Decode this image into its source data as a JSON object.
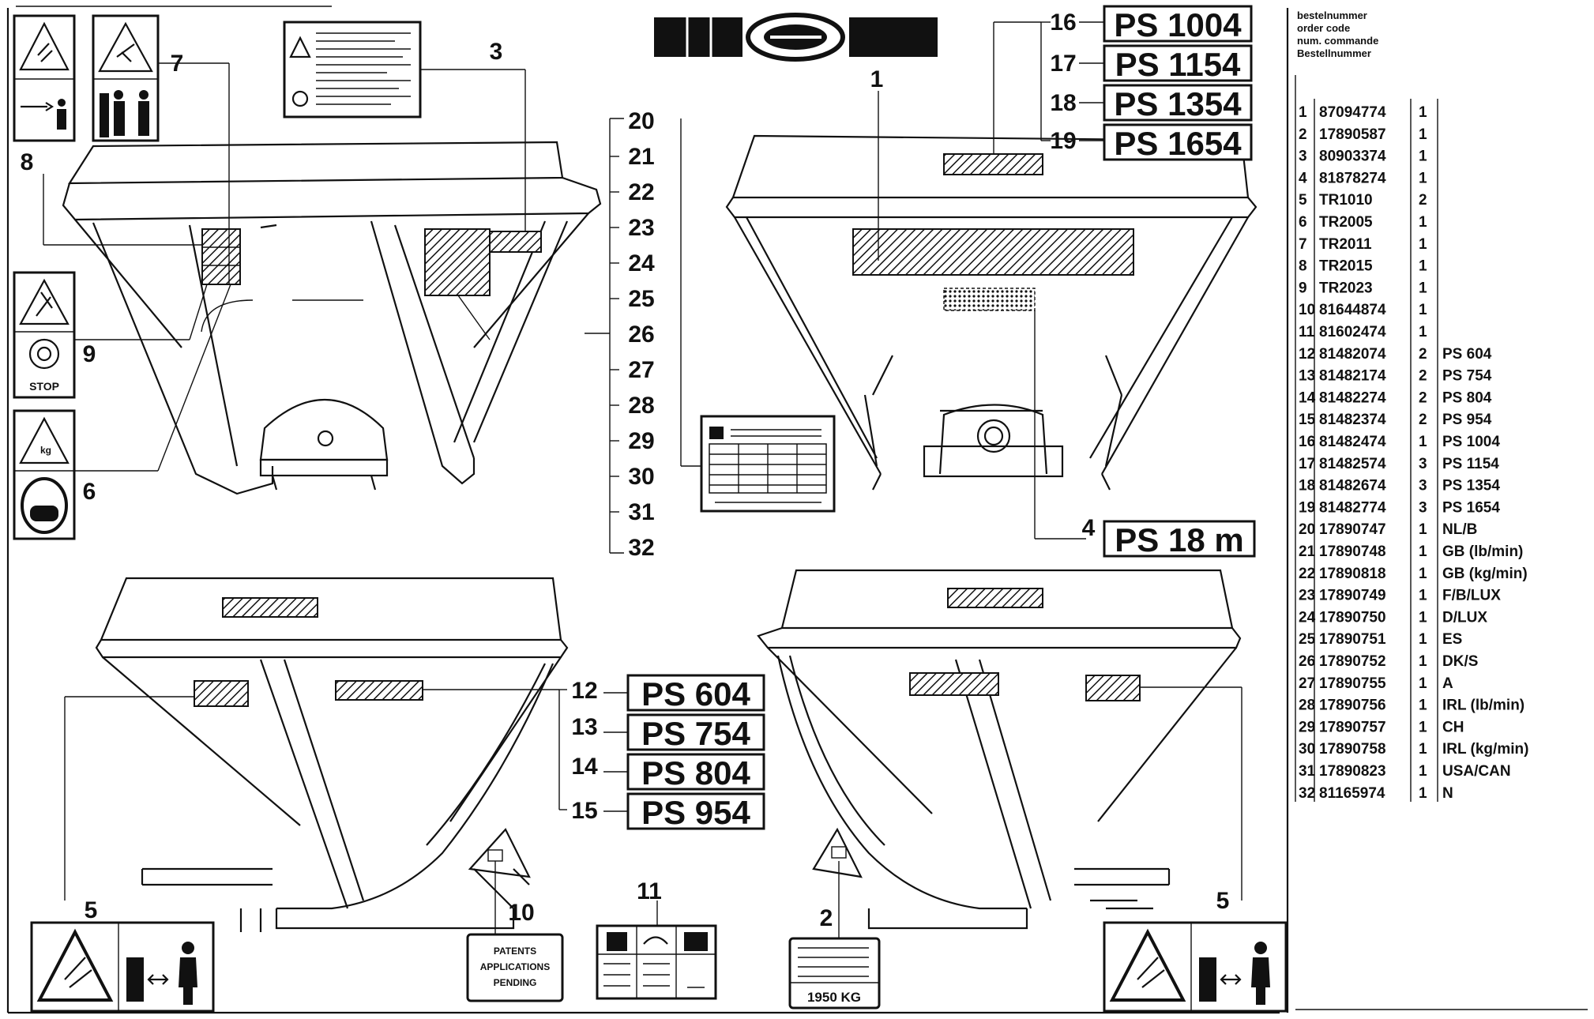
{
  "callouts": {
    "n1": "1",
    "n2": "2",
    "n3": "3",
    "n4": "4",
    "n5a": "5",
    "n5b": "5",
    "n6": "6",
    "n7": "7",
    "n8": "8",
    "n9": "9",
    "n10": "10",
    "n11": "11",
    "n12": "12",
    "n13": "13",
    "n14": "14",
    "n15": "15",
    "n16": "16",
    "n17": "17",
    "n18": "18",
    "n19": "19",
    "n20": "20",
    "n21": "21",
    "n22": "22",
    "n23": "23",
    "n24": "24",
    "n25": "25",
    "n26": "26",
    "n27": "27",
    "n28": "28",
    "n29": "29",
    "n30": "30",
    "n31": "31",
    "n32": "32"
  },
  "model_labels": {
    "ps1004": "PS 1004",
    "ps1154": "PS 1154",
    "ps1354": "PS 1354",
    "ps1654": "PS 1654",
    "ps604": "PS 604",
    "ps754": "PS 754",
    "ps804": "PS 804",
    "ps954": "PS 954",
    "ps18m": "PS 18 m"
  },
  "decals": {
    "stop": "STOP",
    "kg_plate": "1950 KG",
    "patent": [
      "PATENTS",
      "APPLICATIONS",
      "PENDING"
    ],
    "kg_weight": "kg"
  },
  "parts_table": {
    "header": [
      "bestelnummer",
      "order code",
      "num. commande",
      "Bestellnummer"
    ],
    "rows": [
      {
        "pos": "1",
        "code": "87094774",
        "qty": "1",
        "note": ""
      },
      {
        "pos": "2",
        "code": "17890587",
        "qty": "1",
        "note": ""
      },
      {
        "pos": "3",
        "code": "80903374",
        "qty": "1",
        "note": ""
      },
      {
        "pos": "4",
        "code": "81878274",
        "qty": "1",
        "note": ""
      },
      {
        "pos": "5",
        "code": "TR1010",
        "qty": "2",
        "note": ""
      },
      {
        "pos": "6",
        "code": "TR2005",
        "qty": "1",
        "note": ""
      },
      {
        "pos": "7",
        "code": "TR2011",
        "qty": "1",
        "note": ""
      },
      {
        "pos": "8",
        "code": "TR2015",
        "qty": "1",
        "note": ""
      },
      {
        "pos": "9",
        "code": "TR2023",
        "qty": "1",
        "note": ""
      },
      {
        "pos": "10",
        "code": "81644874",
        "qty": "1",
        "note": ""
      },
      {
        "pos": "11",
        "code": "81602474",
        "qty": "1",
        "note": ""
      },
      {
        "pos": "12",
        "code": "81482074",
        "qty": "2",
        "note": "PS 604"
      },
      {
        "pos": "13",
        "code": "81482174",
        "qty": "2",
        "note": "PS 754"
      },
      {
        "pos": "14",
        "code": "81482274",
        "qty": "2",
        "note": "PS 804"
      },
      {
        "pos": "15",
        "code": "81482374",
        "qty": "2",
        "note": "PS 954"
      },
      {
        "pos": "16",
        "code": "81482474",
        "qty": "1",
        "note": "PS 1004"
      },
      {
        "pos": "17",
        "code": "81482574",
        "qty": "3",
        "note": "PS 1154"
      },
      {
        "pos": "18",
        "code": "81482674",
        "qty": "3",
        "note": "PS 1354"
      },
      {
        "pos": "19",
        "code": "81482774",
        "qty": "3",
        "note": "PS 1654"
      },
      {
        "pos": "20",
        "code": "17890747",
        "qty": "1",
        "note": "NL/B"
      },
      {
        "pos": "21",
        "code": "17890748",
        "qty": "1",
        "note": "GB (lb/min)"
      },
      {
        "pos": "22",
        "code": "17890818",
        "qty": "1",
        "note": "GB (kg/min)"
      },
      {
        "pos": "23",
        "code": "17890749",
        "qty": "1",
        "note": "F/B/LUX"
      },
      {
        "pos": "24",
        "code": "17890750",
        "qty": "1",
        "note": "D/LUX"
      },
      {
        "pos": "25",
        "code": "17890751",
        "qty": "1",
        "note": "ES"
      },
      {
        "pos": "26",
        "code": "17890752",
        "qty": "1",
        "note": "DK/S"
      },
      {
        "pos": "27",
        "code": "17890755",
        "qty": "1",
        "note": "A"
      },
      {
        "pos": "28",
        "code": "17890756",
        "qty": "1",
        "note": "IRL (lb/min)"
      },
      {
        "pos": "29",
        "code": "17890757",
        "qty": "1",
        "note": "CH"
      },
      {
        "pos": "30",
        "code": "17890758",
        "qty": "1",
        "note": "IRL (kg/min)"
      },
      {
        "pos": "31",
        "code": "17890823",
        "qty": "1",
        "note": "USA/CAN"
      },
      {
        "pos": "32",
        "code": "81165974",
        "qty": "1",
        "note": "N"
      }
    ]
  },
  "colors": {
    "ink": "#111111",
    "paper": "#ffffff"
  }
}
